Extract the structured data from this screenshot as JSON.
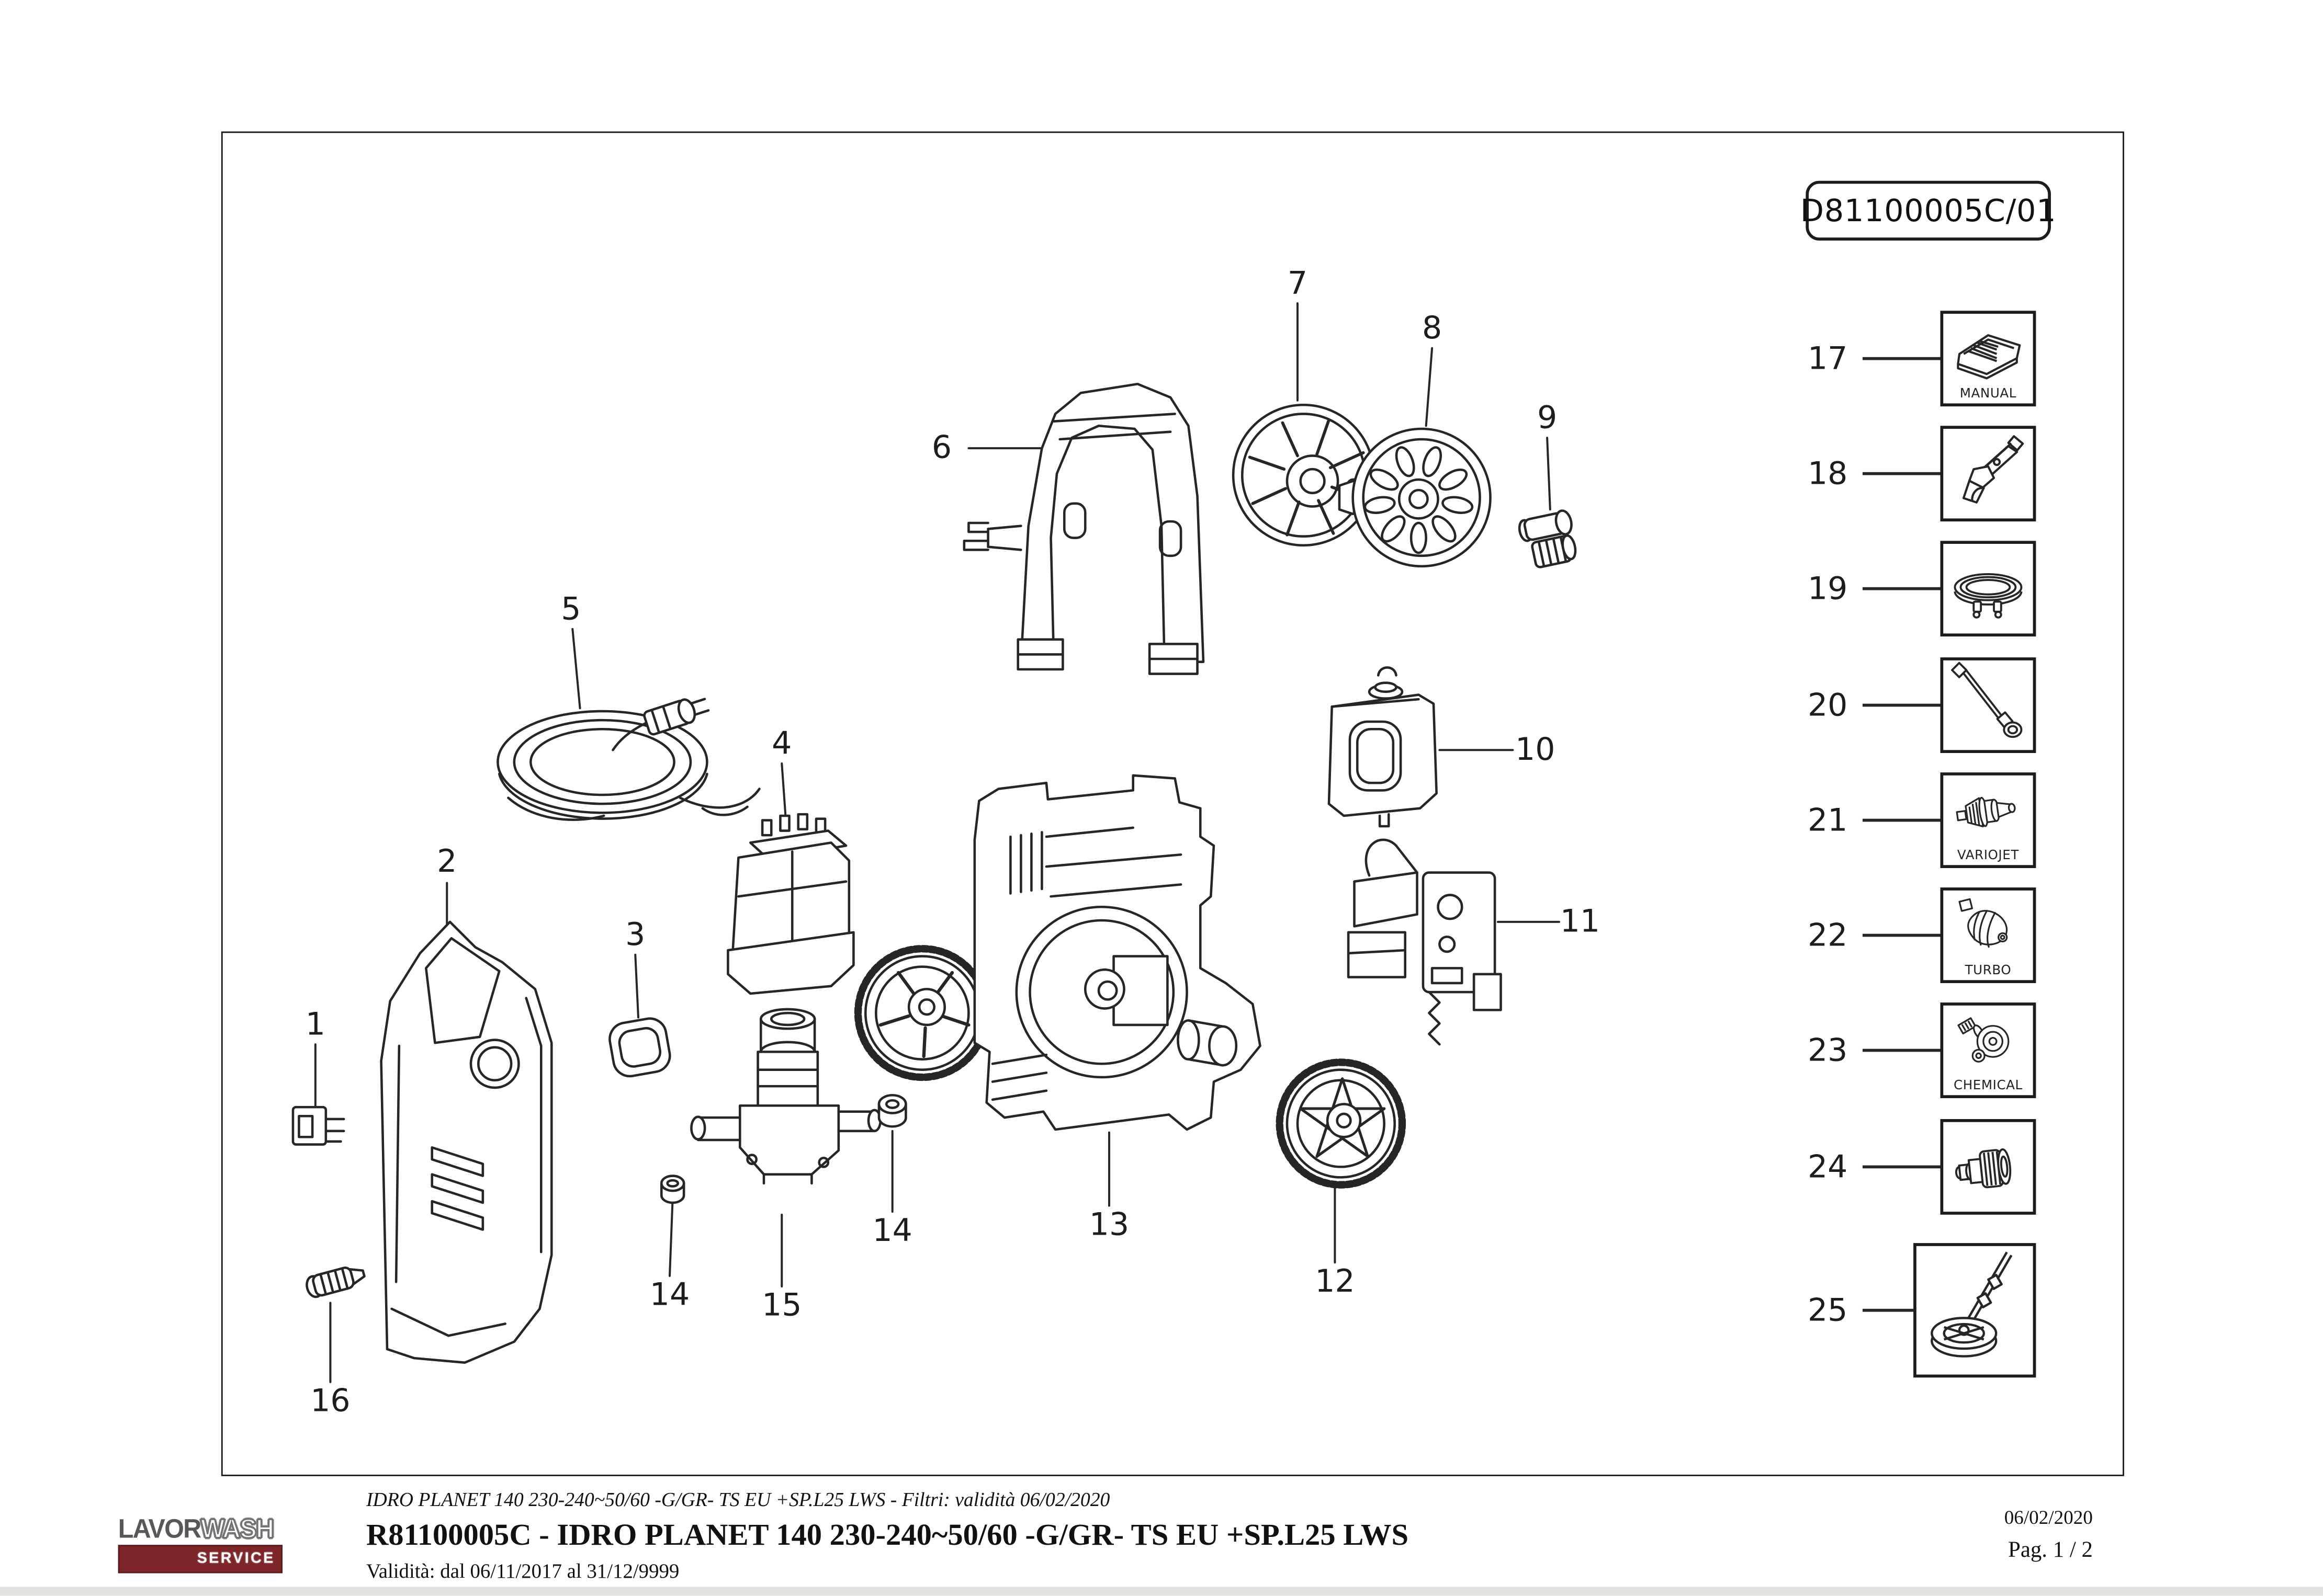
{
  "document": {
    "drawing_code": "D81100005C/01"
  },
  "callouts": [
    "1",
    "2",
    "3",
    "4",
    "5",
    "6",
    "7",
    "8",
    "9",
    "10",
    "11",
    "12",
    "13",
    "14",
    "15",
    "16",
    "14"
  ],
  "accessories": [
    {
      "number": "17",
      "label": "MANUAL",
      "icon": "manual-icon"
    },
    {
      "number": "18",
      "label": "",
      "icon": "spray-gun-icon"
    },
    {
      "number": "19",
      "label": "",
      "icon": "hose-coil-icon"
    },
    {
      "number": "20",
      "label": "",
      "icon": "lance-icon"
    },
    {
      "number": "21",
      "label": "VARIOJET",
      "icon": "variojet-nozzle-icon"
    },
    {
      "number": "22",
      "label": "TURBO",
      "icon": "turbo-nozzle-icon"
    },
    {
      "number": "23",
      "label": "CHEMICAL",
      "icon": "chemical-nozzle-icon"
    },
    {
      "number": "24",
      "label": "",
      "icon": "hose-adapter-icon"
    },
    {
      "number": "25",
      "label": "",
      "icon": "patio-cleaner-icon"
    }
  ],
  "footer": {
    "filter_line": "IDRO PLANET 140 230-240~50/60 -G/GR- TS EU +SP.L25 LWS - Filtri: validità 06/02/2020",
    "title": "R81100005C - IDRO PLANET 140 230-240~50/60 -G/GR- TS EU +SP.L25 LWS",
    "validity": "Validità: dal 06/11/2017 al 31/12/9999",
    "date": "06/02/2020",
    "page": "Pag. 1 / 2"
  },
  "logo": {
    "brand_bold": "LAVOR",
    "brand_outline": "WASH",
    "banner": "SERVICE"
  },
  "colors": {
    "ink": "#262626",
    "logo_gray": "#57585a",
    "logo_red": "#7c262a"
  }
}
